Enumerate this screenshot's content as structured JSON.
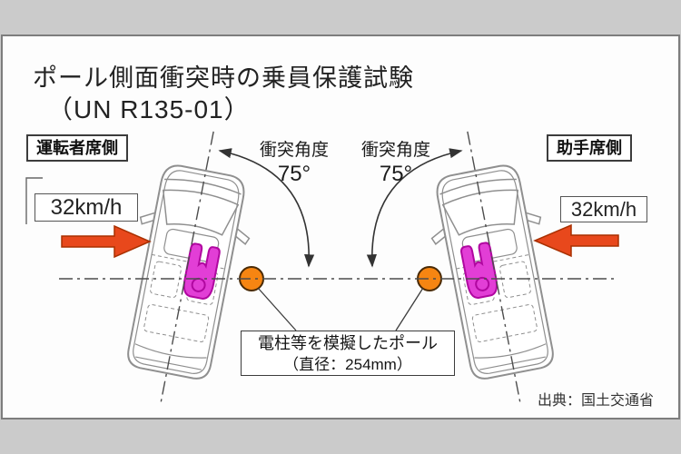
{
  "title": {
    "line1": "ポール側面衝突時の乗員保護試験",
    "line2": "（UN R135-01）"
  },
  "left_side": {
    "side_label": "運転者席側",
    "speed": "32km/h",
    "angle_label": "衝突角度",
    "angle_value": "75°"
  },
  "right_side": {
    "side_label": "助手席側",
    "speed": "32km/h",
    "angle_label": "衝突角度",
    "angle_value": "75°"
  },
  "pole_note": {
    "line1": "電柱等を模擬したポール",
    "line2": "（直径：254mm）"
  },
  "source": "出典：国土交通省",
  "colors": {
    "arrow": "#e8481c",
    "arrow_outline": "#a93000",
    "pole": "#f68512",
    "pole_outline": "#4a2a05",
    "dummy": "#e23ed6",
    "dummy_outline": "#b007a0",
    "car_line": "#8f8f8f",
    "construction_line": "#4d4d4d"
  }
}
